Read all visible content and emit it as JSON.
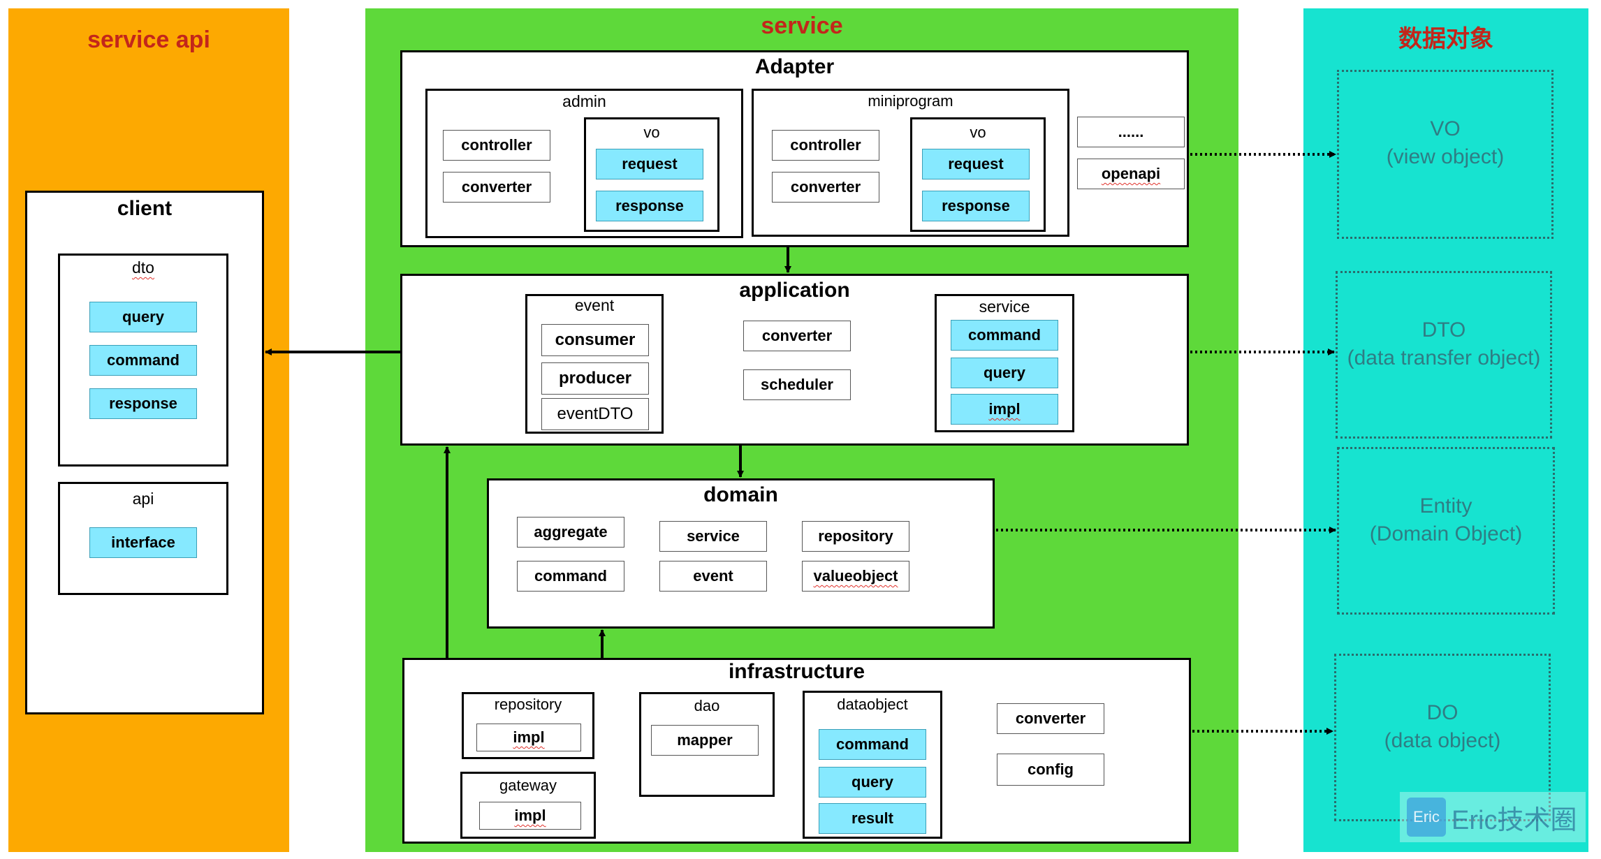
{
  "columns": {
    "service_api": {
      "title": "service api",
      "color": "#fda901"
    },
    "service": {
      "title": "service",
      "color": "#5ed93a"
    },
    "data_objects": {
      "title": "数据对象",
      "color": "#17e3d0"
    }
  },
  "client": {
    "title": "client",
    "dto": {
      "title": "dto",
      "items": [
        "query",
        "command",
        "response"
      ]
    },
    "api": {
      "title": "api",
      "items": [
        "interface"
      ]
    }
  },
  "adapter": {
    "title": "Adapter",
    "admin": {
      "title": "admin",
      "controller": "controller",
      "converter": "converter",
      "vo": {
        "title": "vo",
        "request": "request",
        "response": "response"
      }
    },
    "miniprogram": {
      "title": "miniprogram",
      "controller": "controller",
      "converter": "converter",
      "vo": {
        "title": "vo",
        "request": "request",
        "response": "response"
      }
    },
    "more": "......",
    "openapi": "openapi"
  },
  "application": {
    "title": "application",
    "event": {
      "title": "event",
      "items": [
        "consumer",
        "producer",
        "eventDTO"
      ]
    },
    "converter": "converter",
    "scheduler": "scheduler",
    "service": {
      "title": "service",
      "items": [
        "command",
        "query",
        "impl"
      ]
    }
  },
  "domain": {
    "title": "domain",
    "items": [
      "aggregate",
      "service",
      "repository",
      "command",
      "event",
      "valueobject"
    ]
  },
  "infrastructure": {
    "title": "infrastructure",
    "repository": {
      "title": "repository",
      "impl": "impl"
    },
    "gateway": {
      "title": "gateway",
      "impl": "impl"
    },
    "dao": {
      "title": "dao",
      "mapper": "mapper"
    },
    "dataobject": {
      "title": "dataobject",
      "items": [
        "command",
        "query",
        "result"
      ]
    },
    "converter": "converter",
    "config": "config"
  },
  "data_objects": {
    "vo": {
      "name": "VO",
      "desc": "(view object)"
    },
    "dto": {
      "name": "DTO",
      "desc": "(data transfer object)"
    },
    "entity": {
      "name": "Entity",
      "desc": "(Domain Object)"
    },
    "do": {
      "name": "DO",
      "desc": "(data object)"
    }
  },
  "watermark": {
    "badge": "Eric",
    "text": "Eric技术圈"
  }
}
